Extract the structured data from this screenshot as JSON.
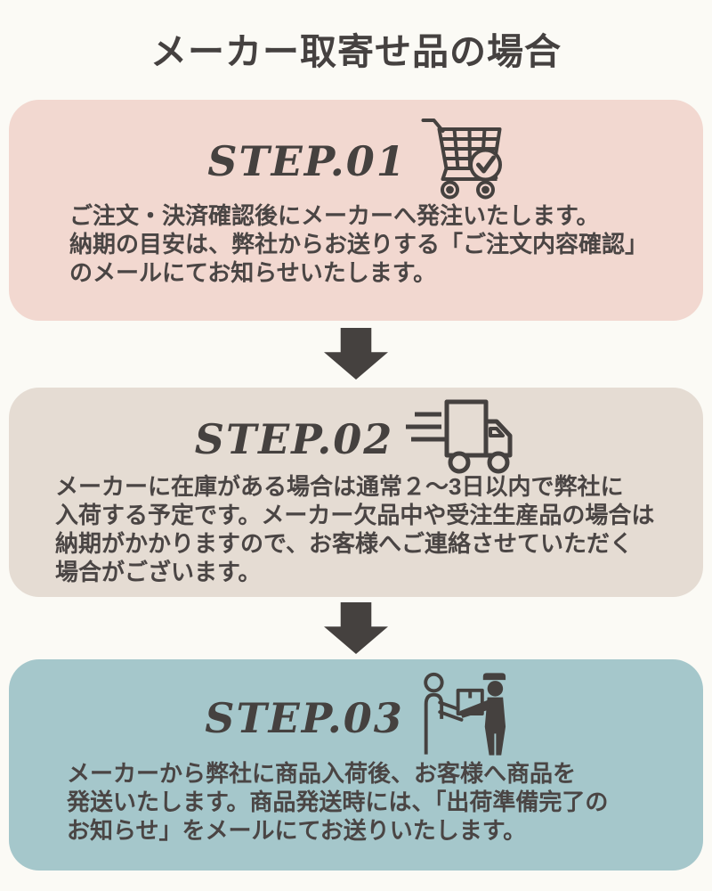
{
  "page": {
    "title": "メーカー取寄せ品の場合",
    "background_color": "#fbfaf5",
    "text_color": "#47423f",
    "arrow_color": "#45413f"
  },
  "steps": [
    {
      "label": "STEP.01",
      "icon": "cart-check-icon",
      "box_color": "#f2d8d0",
      "lines": [
        "ご注文・決済確認後にメーカーへ発注いたします。",
        "納期の目安は、弊社からお送りする「ご注文内容確認」",
        "のメールにてお知らせいたします。"
      ]
    },
    {
      "label": "STEP.02",
      "icon": "delivery-truck-icon",
      "box_color": "#e5dcd3",
      "lines": [
        "メーカーに在庫がある場合は通常２〜3日以内で弊社に",
        "入荷する予定です。メーカー欠品中や受注生産品の場合は",
        "納期がかかりますので、お客様へご連絡させていただく",
        "場合がございます。"
      ]
    },
    {
      "label": "STEP.03",
      "icon": "package-handoff-icon",
      "box_color": "#a5c7cb",
      "lines": [
        "メーカーから弊社に商品入荷後、お客様へ商品を",
        "発送いたします。商品発送時には、「出荷準備完了の",
        "お知らせ」をメールにてお送りいたします。"
      ]
    }
  ]
}
